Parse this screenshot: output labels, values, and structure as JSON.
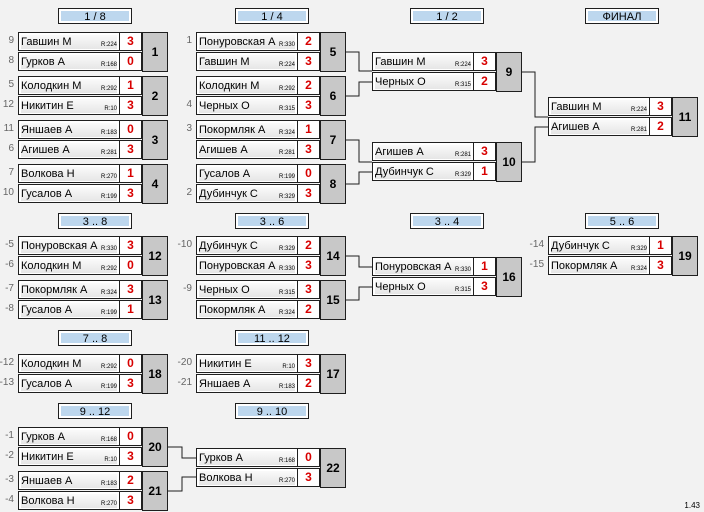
{
  "headers": [
    {
      "id": "h18",
      "label": "1 / 8"
    },
    {
      "id": "h14",
      "label": "1 / 4"
    },
    {
      "id": "h12",
      "label": "1 / 2"
    },
    {
      "id": "hfin",
      "label": "ФИНАЛ"
    },
    {
      "id": "h38",
      "label": "3 .. 8"
    },
    {
      "id": "h36",
      "label": "3 .. 6"
    },
    {
      "id": "h34",
      "label": "3 .. 4"
    },
    {
      "id": "h56",
      "label": "5 .. 6"
    },
    {
      "id": "h78",
      "label": "7 .. 8"
    },
    {
      "id": "h1112",
      "label": "11 .. 12"
    },
    {
      "id": "h912",
      "label": "9 .. 12"
    },
    {
      "id": "h910",
      "label": "9 .. 10"
    }
  ],
  "matches": [
    {
      "num": "1",
      "players": [
        {
          "seed": "9",
          "name": "Гавшин М",
          "rating": "R:224",
          "score": "3"
        },
        {
          "seed": "8",
          "name": "Гурков А",
          "rating": "R:168",
          "score": "0"
        }
      ]
    },
    {
      "num": "2",
      "players": [
        {
          "seed": "5",
          "name": "Колодкин М",
          "rating": "R:292",
          "score": "1"
        },
        {
          "seed": "12",
          "name": "Никитин Е",
          "rating": "R:10",
          "score": "3"
        }
      ]
    },
    {
      "num": "3",
      "players": [
        {
          "seed": "11",
          "name": "Яншаев А",
          "rating": "R:183",
          "score": "0"
        },
        {
          "seed": "6",
          "name": "Агишев А",
          "rating": "R:281",
          "score": "3"
        }
      ]
    },
    {
      "num": "4",
      "players": [
        {
          "seed": "7",
          "name": "Волкова Н",
          "rating": "R:270",
          "score": "1"
        },
        {
          "seed": "10",
          "name": "Гусалов А",
          "rating": "R:199",
          "score": "3"
        }
      ]
    },
    {
      "num": "5",
      "players": [
        {
          "seed": "1",
          "name": "Понуровская А",
          "rating": "R:330",
          "score": "2"
        },
        {
          "seed": "",
          "name": "Гавшин М",
          "rating": "R:224",
          "score": "3"
        }
      ]
    },
    {
      "num": "6",
      "players": [
        {
          "seed": "",
          "name": "Колодкин М",
          "rating": "R:292",
          "score": "2"
        },
        {
          "seed": "4",
          "name": "Черных О",
          "rating": "R:315",
          "score": "3"
        }
      ]
    },
    {
      "num": "7",
      "players": [
        {
          "seed": "3",
          "name": "Покормляк А",
          "rating": "R:324",
          "score": "1"
        },
        {
          "seed": "",
          "name": "Агишев А",
          "rating": "R:281",
          "score": "3"
        }
      ]
    },
    {
      "num": "8",
      "players": [
        {
          "seed": "",
          "name": "Гусалов А",
          "rating": "R:199",
          "score": "0"
        },
        {
          "seed": "2",
          "name": "Дубинчук С",
          "rating": "R:329",
          "score": "3"
        }
      ]
    },
    {
      "num": "9",
      "players": [
        {
          "seed": "",
          "name": "Гавшин М",
          "rating": "R:224",
          "score": "3"
        },
        {
          "seed": "",
          "name": "Черных О",
          "rating": "R:315",
          "score": "2"
        }
      ]
    },
    {
      "num": "10",
      "players": [
        {
          "seed": "",
          "name": "Агишев А",
          "rating": "R:281",
          "score": "3"
        },
        {
          "seed": "",
          "name": "Дубинчук С",
          "rating": "R:329",
          "score": "1"
        }
      ]
    },
    {
      "num": "11",
      "players": [
        {
          "seed": "",
          "name": "Гавшин М",
          "rating": "R:224",
          "score": "3"
        },
        {
          "seed": "",
          "name": "Агишев А",
          "rating": "R:281",
          "score": "2"
        }
      ]
    },
    {
      "num": "12",
      "players": [
        {
          "seed": "-5",
          "name": "Понуровская А",
          "rating": "R:330",
          "score": "3"
        },
        {
          "seed": "-6",
          "name": "Колодкин М",
          "rating": "R:292",
          "score": "0"
        }
      ]
    },
    {
      "num": "13",
      "players": [
        {
          "seed": "-7",
          "name": "Покормляк А",
          "rating": "R:324",
          "score": "3"
        },
        {
          "seed": "-8",
          "name": "Гусалов А",
          "rating": "R:199",
          "score": "1"
        }
      ]
    },
    {
      "num": "14",
      "players": [
        {
          "seed": "-10",
          "name": "Дубинчук С",
          "rating": "R:329",
          "score": "2"
        },
        {
          "seed": "",
          "name": "Понуровская А",
          "rating": "R:330",
          "score": "3"
        }
      ]
    },
    {
      "num": "15",
      "players": [
        {
          "seed": "-9",
          "name": "Черных О",
          "rating": "R:315",
          "score": "3"
        },
        {
          "seed": "",
          "name": "Покормляк А",
          "rating": "R:324",
          "score": "2"
        }
      ]
    },
    {
      "num": "16",
      "players": [
        {
          "seed": "",
          "name": "Понуровская А",
          "rating": "R:330",
          "score": "1"
        },
        {
          "seed": "",
          "name": "Черных О",
          "rating": "R:315",
          "score": "3"
        }
      ]
    },
    {
      "num": "19",
      "players": [
        {
          "seed": "-14",
          "name": "Дубинчук С",
          "rating": "R:329",
          "score": "1"
        },
        {
          "seed": "-15",
          "name": "Покормляк А",
          "rating": "R:324",
          "score": "3"
        }
      ]
    },
    {
      "num": "18",
      "players": [
        {
          "seed": "-12",
          "name": "Колодкин М",
          "rating": "R:292",
          "score": "0"
        },
        {
          "seed": "-13",
          "name": "Гусалов А",
          "rating": "R:199",
          "score": "3"
        }
      ]
    },
    {
      "num": "17",
      "players": [
        {
          "seed": "-20",
          "name": "Никитин Е",
          "rating": "R:10",
          "score": "3"
        },
        {
          "seed": "-21",
          "name": "Яншаев А",
          "rating": "R:183",
          "score": "2"
        }
      ]
    },
    {
      "num": "20",
      "players": [
        {
          "seed": "-1",
          "name": "Гурков А",
          "rating": "R:168",
          "score": "0"
        },
        {
          "seed": "-2",
          "name": "Никитин Е",
          "rating": "R:10",
          "score": "3"
        }
      ]
    },
    {
      "num": "21",
      "players": [
        {
          "seed": "-3",
          "name": "Яншаев А",
          "rating": "R:183",
          "score": "2"
        },
        {
          "seed": "-4",
          "name": "Волкова Н",
          "rating": "R:270",
          "score": "3"
        }
      ]
    },
    {
      "num": "22",
      "players": [
        {
          "seed": "",
          "name": "Гурков А",
          "rating": "R:168",
          "score": "0"
        },
        {
          "seed": "",
          "name": "Волкова Н",
          "rating": "R:270",
          "score": "3"
        }
      ]
    }
  ],
  "footer": "1.43"
}
